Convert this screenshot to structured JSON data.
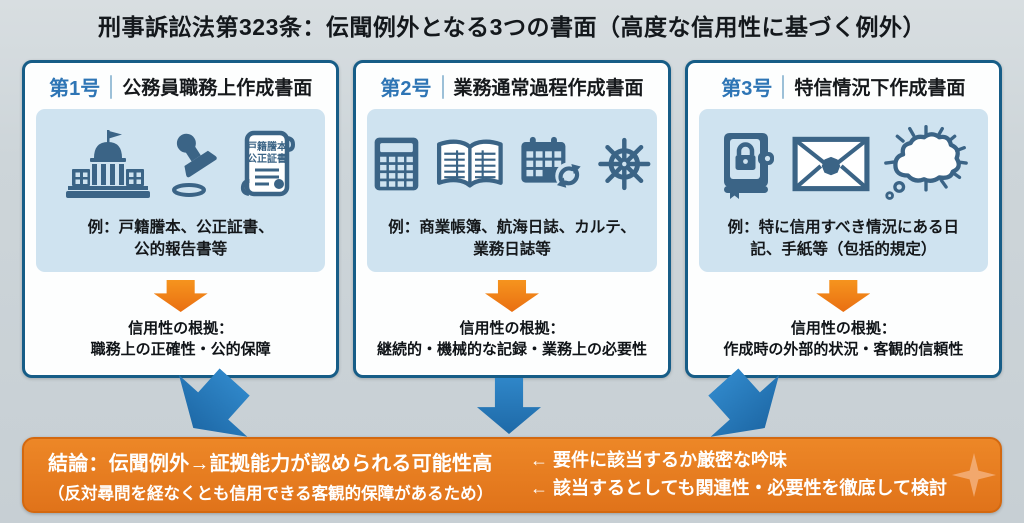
{
  "title": "刑事訴訟法第323条：伝聞例外となる3つの書面（高度な信用性に基づく例外）",
  "colors": {
    "accent_orange": "#e8791e",
    "arrow_blue": "#2679b8",
    "card_border_blue": "#175d87",
    "panel_blue": "#cfe3f0",
    "number_blue": "#2e75b5",
    "icon_blue": "#3b6486"
  },
  "cards": [
    {
      "number": "第1号",
      "heading": "公務員職務上作成書面",
      "icons": [
        "government-building-icon",
        "stamp-icon",
        "certificate-scroll-icon"
      ],
      "scroll_line1": "戸籍謄本",
      "scroll_line2": "公正証書",
      "example": "例：戸籍謄本、公正証書、\n公的報告書等",
      "basis": "信用性の根拠：\n職務上の正確性・公的保障"
    },
    {
      "number": "第2号",
      "heading": "業務通常過程作成書面",
      "icons": [
        "calculator-icon",
        "ledger-book-icon",
        "calendar-repeat-icon",
        "ship-wheel-icon"
      ],
      "example": "例：商業帳簿、航海日誌、カルテ、\n業務日誌等",
      "basis": "信用性の根拠：\n継続的・機械的な記録・業務上の必要性"
    },
    {
      "number": "第3号",
      "heading": "特信情況下作成書面",
      "icons": [
        "locked-diary-icon",
        "sealed-letter-icon",
        "thought-cloud-icon"
      ],
      "example": "例：特に信用すべき情況にある日\n記、手紙等（包括的規定）",
      "basis": "信用性の根拠：\n作成時の外部的状況・客観的信頼性"
    }
  ],
  "conclusion": {
    "left_line1": "結論：伝聞例外→証拠能力が認められる可能性高",
    "left_line2": "（反対尋問を経なくとも信用できる客観的保障があるため）",
    "right_line1": "← 要件に該当するか厳密な吟味",
    "right_line2": "← 該当するとしても関連性・必要性を徹底して検討"
  }
}
